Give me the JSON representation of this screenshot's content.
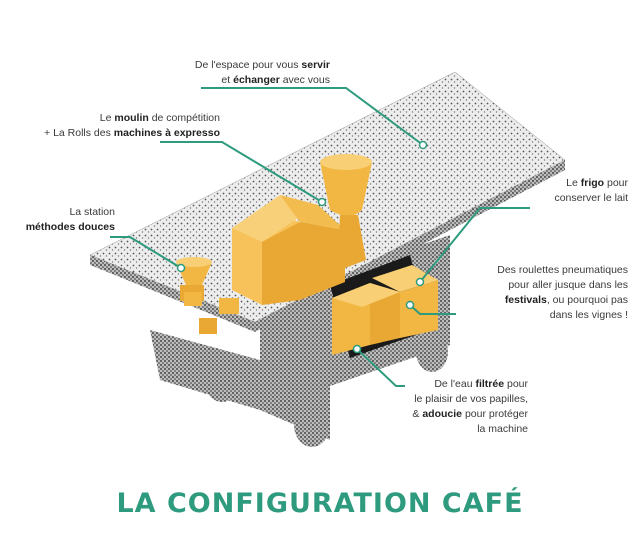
{
  "title": "LA CONFIGURATION CAFÉ",
  "colors": {
    "accent": "#2e9a7e",
    "appliance": "#f2b642",
    "speckle": "#333333"
  },
  "annotations": {
    "service": {
      "line1_pre": "De l'espace pour vous ",
      "line1_bold": "servir",
      "line2_bold": "échanger",
      "line2_post": " avec vous",
      "line2_pre": "et "
    },
    "grinder": {
      "line1_pre": "Le ",
      "line1_bold": "moulin",
      "line1_post": " de compétition",
      "line2_pre": "+ La Rolls des ",
      "line2_bold": "machines à expresso"
    },
    "station": {
      "line1": "La station",
      "line2_bold": "méthodes douces"
    },
    "fridge": {
      "line1_pre": "Le ",
      "line1_bold": "frigo",
      "line1_post": " pour",
      "line2": "conserver le lait"
    },
    "wheels": {
      "line1": "Des roulettes pneumatiques",
      "line2": "pour aller jusque dans les",
      "line3_bold": "festivals",
      "line3_post": ", ou pourquoi pas",
      "line4": "dans les vignes !"
    },
    "water": {
      "line1_pre": "De l'eau ",
      "line1_bold": "filtrée",
      "line1_post": " pour",
      "line2": "le plaisir de vos papilles,",
      "line3_pre": "& ",
      "line3_bold": "adoucie",
      "line3_post": " pour protéger",
      "line4": "la machine"
    }
  }
}
